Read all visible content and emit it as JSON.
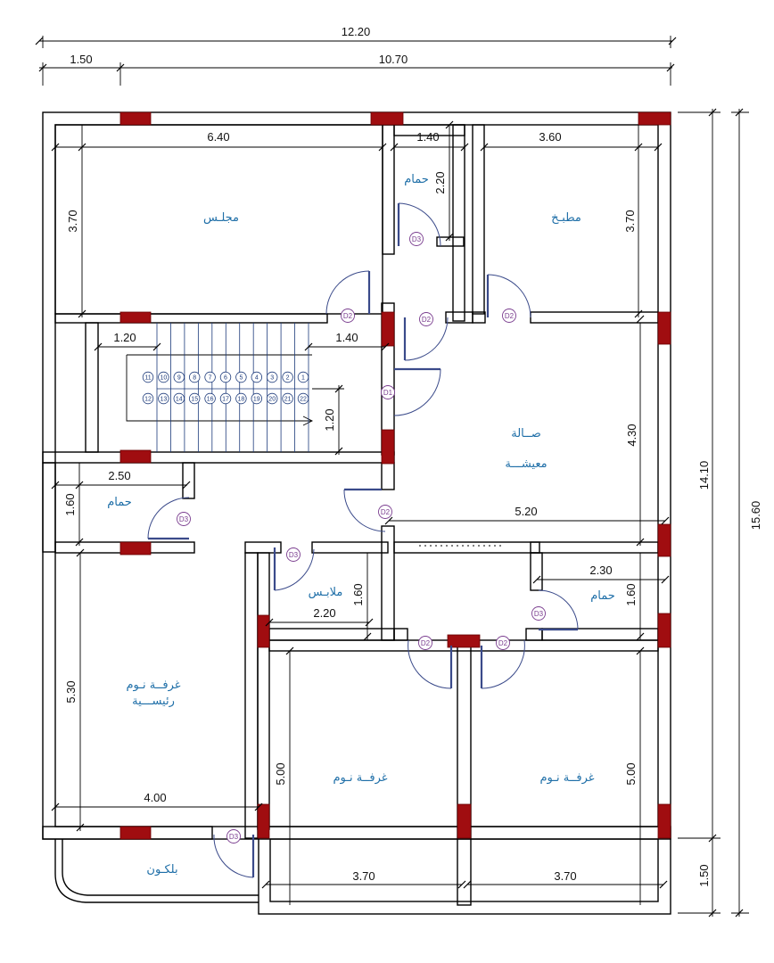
{
  "dimensions": {
    "overall_width": "12.20",
    "left_strip": "1.50",
    "main_width": "10.70",
    "overall_height": "15.60",
    "inner_height": "14.10",
    "balcony_depth": "1.50",
    "majlis_width": "6.40",
    "majlis_depth": "3.70",
    "bath1_width": "1.40",
    "bath1_depth": "2.20",
    "kitchen_width": "3.60",
    "kitchen_depth": "3.70",
    "stair_landing": "1.20",
    "stair_width": "1.40",
    "stair_rise": "1.20",
    "bath2_width": "2.50",
    "bath2_depth": "1.60",
    "living_depth": "4.30",
    "corridor_width": "5.20",
    "dressing_width": "2.20",
    "dressing_depth": "1.60",
    "bath3_width": "2.30",
    "bath3_depth": "1.60",
    "master_depth": "5.30",
    "master_width": "4.00",
    "bed1_depth": "5.00",
    "bed1_width": "3.70",
    "bed2_depth": "5.00",
    "bed2_width": "3.70"
  },
  "rooms": {
    "majlis": "مجلـس",
    "bath1": "حمام",
    "kitchen": "مطبـخ",
    "living_1": "صــالة",
    "living_2": "معيشـــة",
    "bath2": "حمام",
    "dressing": "ملابـس",
    "bath3": "حمام",
    "master_1": "غرفــة نـوم",
    "master_2": "رئيســـية",
    "bed1": "غرفــة نـوم",
    "bed2": "غرفــة نـوم",
    "balcony": "بلكـون"
  },
  "doors": {
    "d1": "D1",
    "d2": "D2",
    "d3": "D3"
  },
  "stairs": {
    "upper_steps": [
      "11",
      "10",
      "9",
      "8",
      "7",
      "6",
      "5",
      "4",
      "3",
      "2",
      "1"
    ],
    "lower_steps": [
      "12",
      "13",
      "14",
      "15",
      "16",
      "17",
      "18",
      "19",
      "20",
      "21",
      "22"
    ]
  },
  "colors": {
    "wall": "#000000",
    "window": "#a00d10",
    "room_label": "#1f6fa8",
    "door_tag": "#7a3d8f",
    "stair": "#1c3a7a"
  }
}
